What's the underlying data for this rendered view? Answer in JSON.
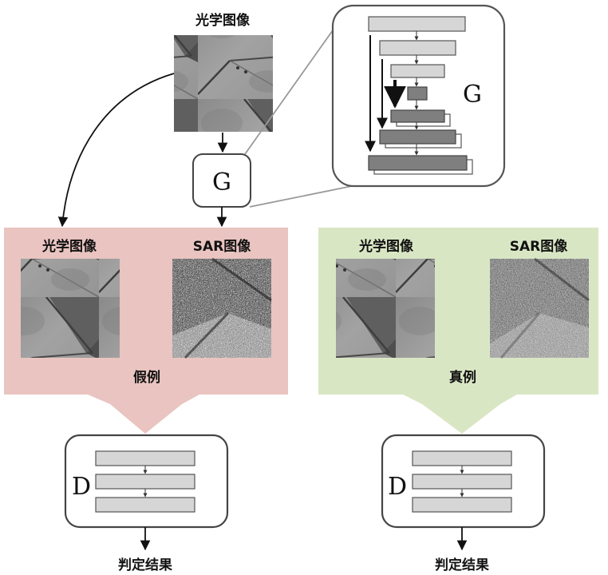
{
  "labels": {
    "top_optical": "光学图像",
    "generator": "G",
    "generator_detail": "G",
    "fake_optical": "光学图像",
    "fake_sar": "SAR图像",
    "fake_caption": "假例",
    "real_optical": "光学图像",
    "real_sar": "SAR图像",
    "real_caption": "真例",
    "disc_left": "D",
    "disc_right": "D",
    "result_left": "判定结果",
    "result_right": "判定结果"
  },
  "colors": {
    "fake_panel": "#e9c4c0",
    "real_panel": "#d9e6c4",
    "layer_light": "#d6d6d6",
    "layer_dark": "#7f7f7f"
  }
}
